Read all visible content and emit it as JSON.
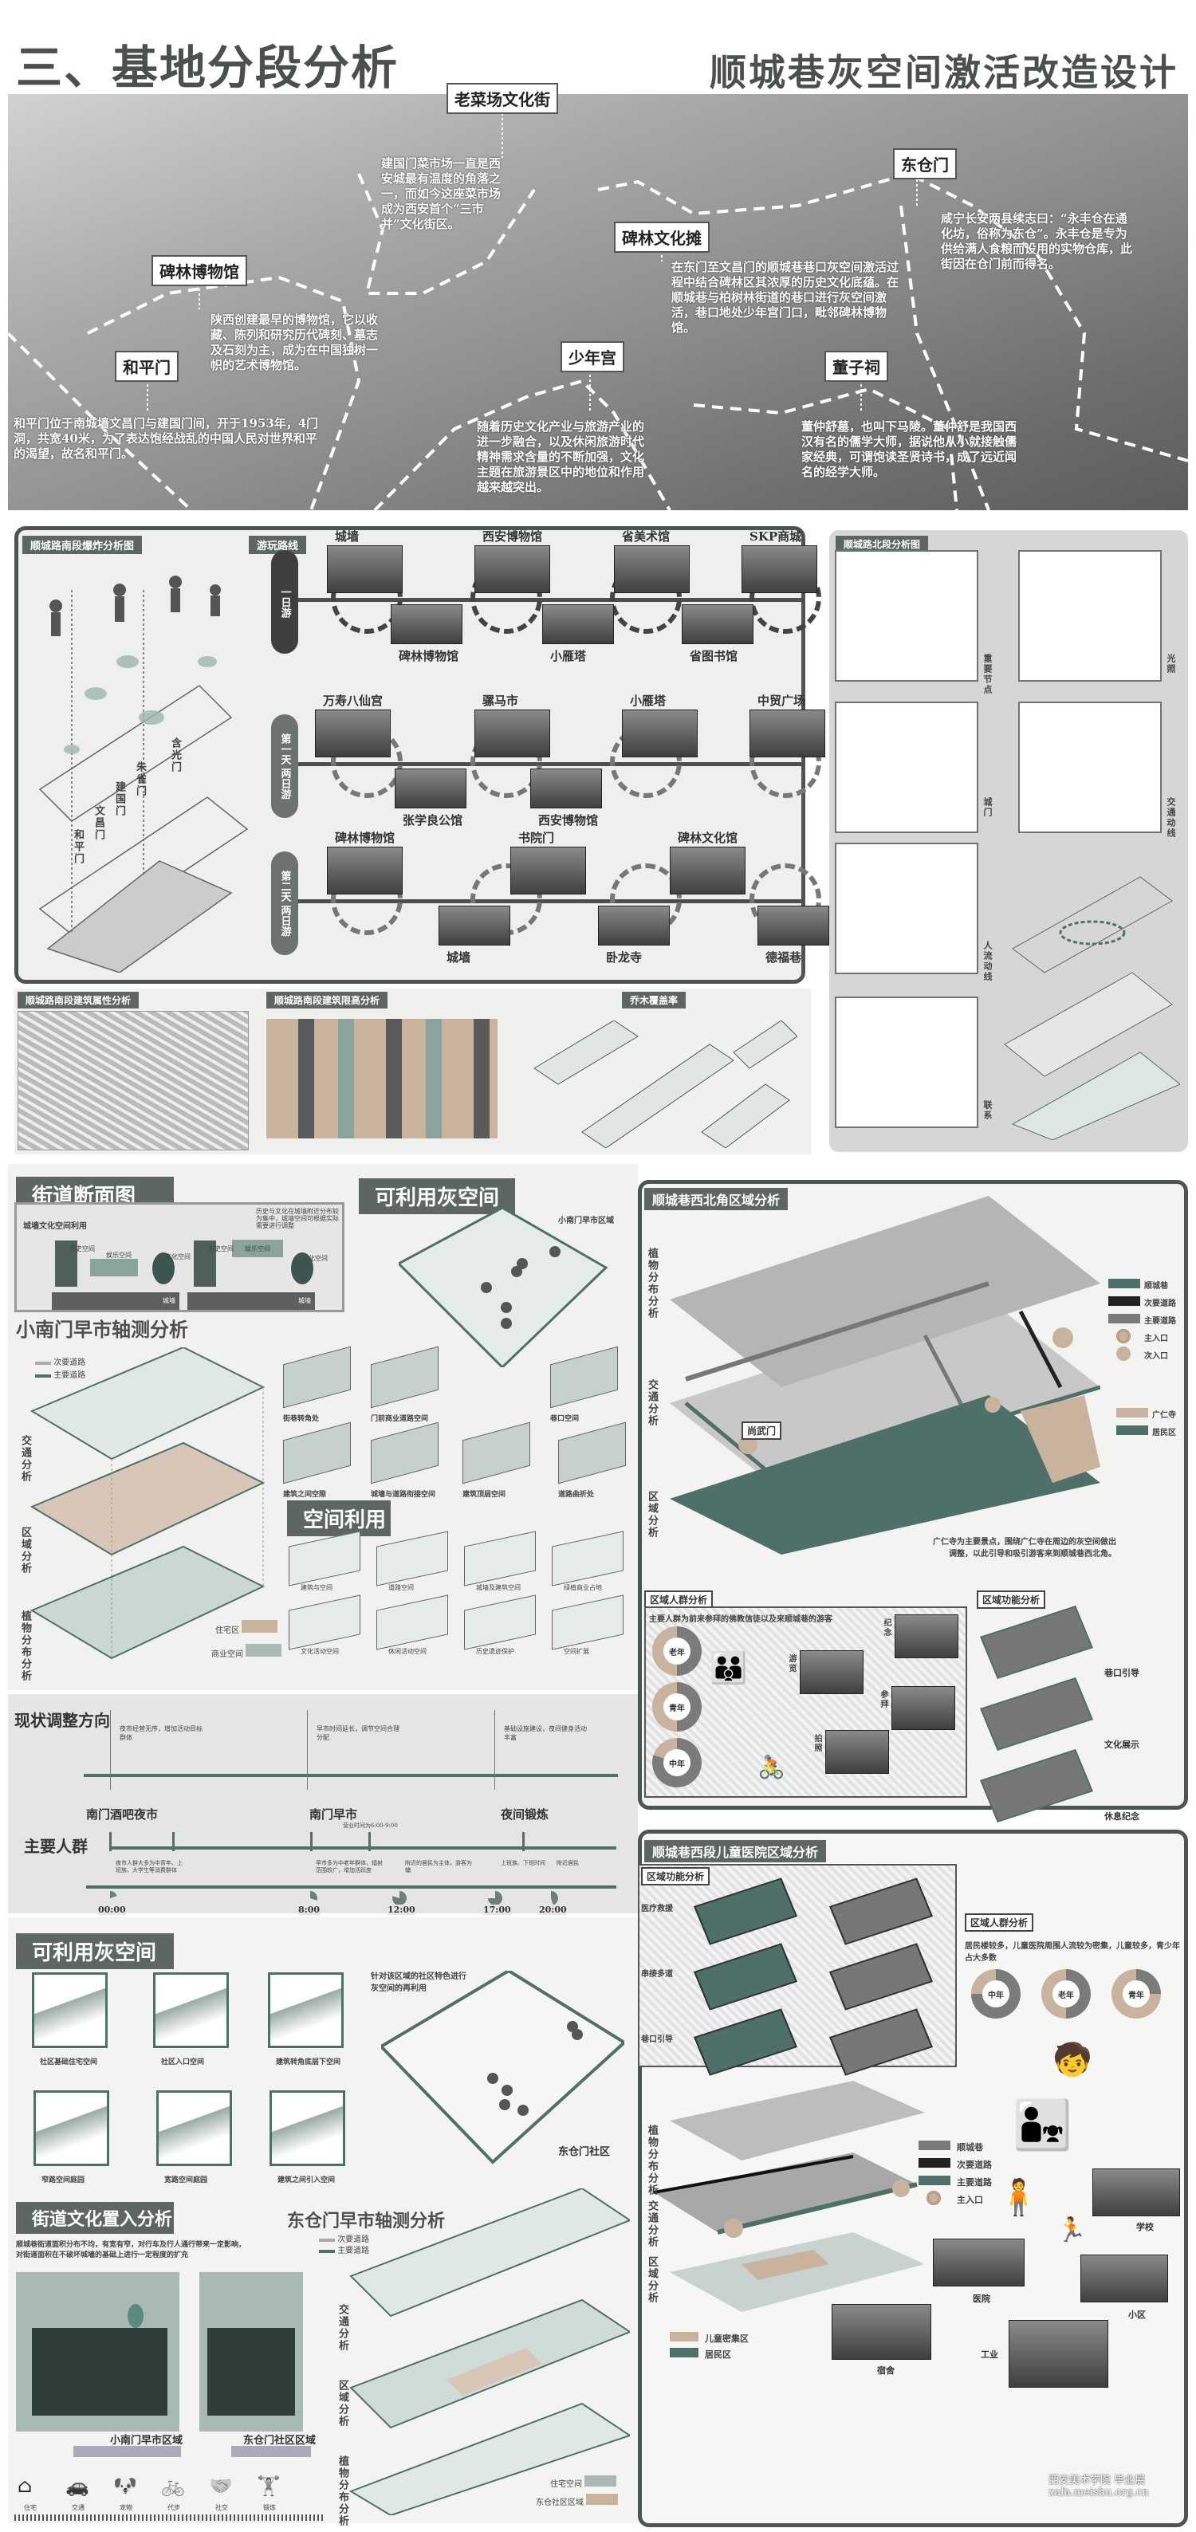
{
  "header": {
    "section_title": "三、基地分段分析",
    "project_title": "顺城巷灰空间激活改造设计"
  },
  "colors": {
    "teal": "#4e7068",
    "dark": "#4c5552",
    "beige": "#c9b39e",
    "label_bg": "#5d6664"
  },
  "photo_band": {
    "spots": [
      {
        "name": "老菜场文化街",
        "text": "建国门菜市场一直是西安城最有温度的角落之一，而如今这座菜市场成为西安首个“三市并”文化街区。"
      },
      {
        "name": "东仓门",
        "text": "咸宁长安两县续志曰：“永丰仓在通化坊，俗称为东仓”。永丰仓是专为供给满人食粮而设用的实物仓库，此街因在仓门前而得名。"
      },
      {
        "name": "碑林文化摊",
        "text": "在东门至文昌门的顺城巷巷口灰空间激活过程中结合碑林区其浓厚的历史文化底蕴。在顺城巷与柏树林街道的巷口进行灰空间激活，巷口地处少年宫门口，毗邻碑林博物馆。"
      },
      {
        "name": "碑林博物馆",
        "text": "陕西创建最早的博物馆，它以收藏、陈列和研究历代碑刻、墓志及石刻为主，成为在中国独树一帜的艺术博物馆。"
      },
      {
        "name": "和平门",
        "text": "和平门位于南城墙文昌门与建国门间，开于1953年，4门洞，共宽40米，为了表达饱经战乱的中国人民对世界和平的渴望，故名和平门。"
      },
      {
        "name": "少年宫",
        "text": "随着历史文化产业与旅游产业的进一步融合，以及休闲旅游时代精神需求含量的不断加强，文化主题在旅游景区中的地位和作用越来越突出。"
      },
      {
        "name": "董子祠",
        "text": "董仲舒墓，也叫下马陵。董仲舒是我国西汉有名的儒学大师，据说他从小就接触儒家经典，可谓饱读圣贤诗书，成了远近闻名的经学大师。"
      }
    ]
  },
  "south": {
    "title": "顺城路南段爆炸分析图",
    "route_label": "游玩路线",
    "routes": [
      {
        "label": "一日游",
        "top": [
          "城墙",
          "西安博物馆",
          "省美术馆",
          "SKP商城"
        ],
        "bottom": [
          "碑林博物馆",
          "小雁塔",
          "省图书馆"
        ]
      },
      {
        "label": "第一天 两日游",
        "top": [
          "万寿八仙宫",
          "骡马市",
          "小雁塔",
          "中贸广场"
        ],
        "bottom": [
          "张学良公馆",
          "西安博物馆"
        ]
      },
      {
        "label": "第二天 两日游",
        "top": [
          "碑林博物馆",
          "书院门",
          "碑林文化馆"
        ],
        "bottom": [
          "城墙",
          "卧龙寺",
          "德福巷"
        ]
      }
    ],
    "gate_labels": [
      "和平门",
      "文昌门",
      "建国门",
      "朱雀门",
      "含光门"
    ],
    "sub_panels": [
      "顺城路南段建筑属性分析",
      "顺城路南段建筑限高分析",
      "乔木覆盖率"
    ]
  },
  "north": {
    "title": "顺城路北段分析图",
    "cells": [
      "重要节点",
      "光照",
      "城门",
      "交通动线",
      "人流动线",
      "联系"
    ]
  },
  "street_section": {
    "title": "街道断面图",
    "subtitle": "城墙文化空间利用",
    "note": "历史与文化在城墙附近分布较为集中，城墙空间可根据实际需要进行调整",
    "labels": [
      "历史空间",
      "娱乐空间",
      "文化空间",
      "历史空间",
      "娱乐空间",
      "文化空间"
    ],
    "wall": "城墙"
  },
  "grey_space_1": {
    "title": "可利用灰空间",
    "area": "小南门早市区域",
    "items": [
      "街巷转角处",
      "门前商业道路空间",
      "巷口空间",
      "建筑之间空隙",
      "城墙与道路衔接空间",
      "建筑顶层空间",
      "道路曲折处"
    ]
  },
  "xnm_axon": {
    "title": "小南门早市轴测分析",
    "legend_roads": [
      "次要道路",
      "主要道路"
    ],
    "layers": [
      "交通分析",
      "区域分析",
      "植物分布分析"
    ],
    "legend_zones": [
      "住宅区",
      "商业空间"
    ]
  },
  "space_use": {
    "title": "空间利用",
    "items": [
      "建筑与空间",
      "道路空间",
      "城墙及建筑空间",
      "绿植商业占地",
      "文化活动空间",
      "休闲活动空间",
      "历史遗迹保护",
      "空间扩展"
    ]
  },
  "timeline": {
    "row1": "现状调整方向",
    "row2": "主要人群",
    "events": [
      "南门酒吧夜市",
      "南门早市",
      "夜间锻炼"
    ],
    "note_event": "营业时间为6:00-9:00",
    "adjust_notes": [
      "夜市经营无序，增加活动目标群体",
      "早市时间延长，调节空间合理分配",
      "基础设施建设，夜间健身活动丰富"
    ],
    "crowd_notes": [
      "夜市人群大多为中青年、上班族、大学生等消费群体",
      "早市多为中老年群体，辐射范围较广，增加活跃度",
      "附近的居民为主体，游客为辅",
      "上班族、下班时间",
      "附近居民"
    ],
    "times": [
      "00:00",
      "8:00",
      "12:00",
      "17:00",
      "20:00"
    ]
  },
  "grey_space_2": {
    "title": "可利用灰空间",
    "note": "针对该区域的社区特色进行灰空间的再利用",
    "area": "东仓门社区",
    "items": [
      "社区基础住宅空间",
      "社区入口空间",
      "建筑转角底层下空间",
      "窄路空间庭园",
      "宽路空间庭园",
      "建筑之间引入空间"
    ]
  },
  "culture": {
    "title": "街道文化置入分析",
    "text": "顺城巷街道面积分布不均，有宽有窄，对行车及行人通行带来一定影响，对街道面积在不破坏城墙的基础上进行一定程度的扩充",
    "areas": [
      "小南门早市区域",
      "东仓门社区区域"
    ],
    "icons": [
      {
        "icon": "house-icon",
        "label": "住宅"
      },
      {
        "icon": "car-icon",
        "label": "交通"
      },
      {
        "icon": "pet-icon",
        "label": "宠物"
      },
      {
        "icon": "bicycle-icon",
        "label": "代步"
      },
      {
        "icon": "handshake-icon",
        "label": "社交"
      },
      {
        "icon": "dumbbell-icon",
        "label": "锻炼"
      }
    ]
  },
  "dcm_axon": {
    "title": "东仓门早市轴测分析",
    "legend_roads": [
      "次要道路",
      "主要道路"
    ],
    "layers": [
      "交通分析",
      "区域分析",
      "植物分布分析"
    ],
    "legend_zones": [
      "住宅空间",
      "东仓社区区域"
    ]
  },
  "northwest": {
    "title": "顺城巷西北角区域分析",
    "layers": [
      "植物分布分析",
      "交通分析",
      "区域分析"
    ],
    "gate": "尚武门",
    "legend": [
      "顺城巷",
      "次要道路",
      "主要道路",
      "主入口",
      "次入口"
    ],
    "legend2": [
      "广仁寺",
      "居民区"
    ],
    "text": "广仁寺为主要景点，围绕广仁寺在周边的灰空间做出调整，以此引导和吸引游客来到顺城巷西北角。",
    "crowd": {
      "title": "区域人群分析",
      "text": "主要人群为前来参拜的佛教信徒以及来顺城巷的游客",
      "donuts": [
        "老年",
        "青年",
        "中年"
      ],
      "photos": [
        "纪念",
        "游览",
        "参拜",
        "拍照"
      ]
    },
    "func": {
      "title": "区域功能分析",
      "items": [
        "巷口引导",
        "文化展示",
        "休息纪念"
      ]
    }
  },
  "hospital": {
    "title": "顺城巷西段儿童医院区域分析",
    "func": {
      "title": "区域功能分析",
      "items": [
        "医疗救援",
        "串接多道",
        "巷口引导"
      ]
    },
    "layers": [
      "植物分布分析",
      "交通分析",
      "区域分析"
    ],
    "legend": [
      "顺城巷",
      "次要道路",
      "主要道路",
      "主入口"
    ],
    "legend2": [
      "儿童密集区",
      "居民区"
    ],
    "crowd": {
      "title": "区域人群分析",
      "text": "居民楼较多，儿童医院周围人流较为密集，儿童较多，青少年占大多数",
      "donuts": [
        "中年",
        "老年",
        "青年"
      ],
      "places": [
        "学校",
        "医院",
        "小区",
        "宿舍",
        "工业"
      ]
    }
  },
  "watermark": "西安美术学院 毕业展 xafa.meishu.org.cn"
}
